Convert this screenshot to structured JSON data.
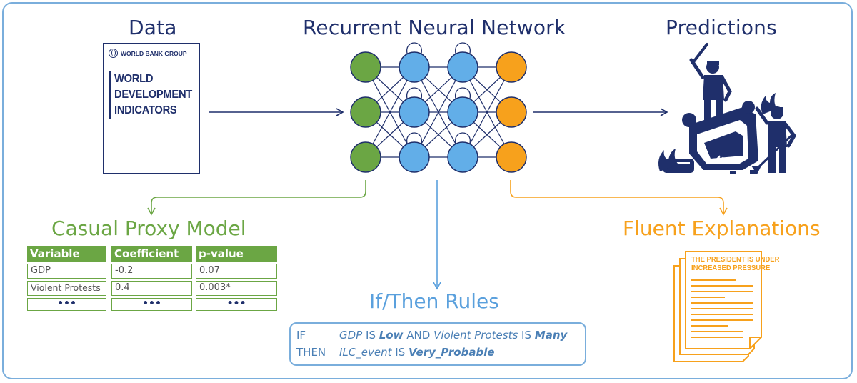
{
  "titles": {
    "data": "Data",
    "rnn": "Recurrent Neural Network",
    "predictions": "Predictions",
    "proxy_model": "Casual Proxy Model",
    "rules": "If/Then Rules",
    "explanations": "Fluent Explanations"
  },
  "book": {
    "publisher": "WORLD BANK GROUP",
    "title_lines": [
      "WORLD",
      "DEVELOPMENT",
      "INDICATORS"
    ]
  },
  "proxy_table": {
    "headers": [
      "Variable",
      "Coefficient",
      "p-value"
    ],
    "rows": [
      [
        "GDP",
        "-0.2",
        "0.07"
      ],
      [
        "Violent Protests",
        "0.4",
        "0.003*"
      ],
      [
        "•••",
        "•••",
        "•••"
      ]
    ]
  },
  "rules": {
    "line1": {
      "keyword": "IF",
      "var1": "GDP",
      "op1": "IS",
      "val1": "Low",
      "conj": "AND",
      "var2": "Violent Protests",
      "op2": "IS",
      "val2": "Many"
    },
    "line2": {
      "keyword": "THEN",
      "var": "ILC_event",
      "op": "IS",
      "val": "Very_Probable"
    }
  },
  "document": {
    "headline_lines": [
      "THE PRESIDENT IS UNDER",
      "INCREASED PRESSURE"
    ]
  },
  "network": {
    "layers": [
      {
        "color": "green",
        "nodes": 3
      },
      {
        "color": "blue",
        "nodes": 3
      },
      {
        "color": "blue",
        "nodes": 3
      },
      {
        "color": "orange",
        "nodes": 3
      }
    ]
  },
  "icons": {
    "predictions_illustration": "protest-riot-icon"
  },
  "colors": {
    "navy": "#1f2f6b",
    "green": "#6ba644",
    "blue": "#5aa0dd",
    "orange": "#f7a11c",
    "frame": "#7aaedc"
  }
}
